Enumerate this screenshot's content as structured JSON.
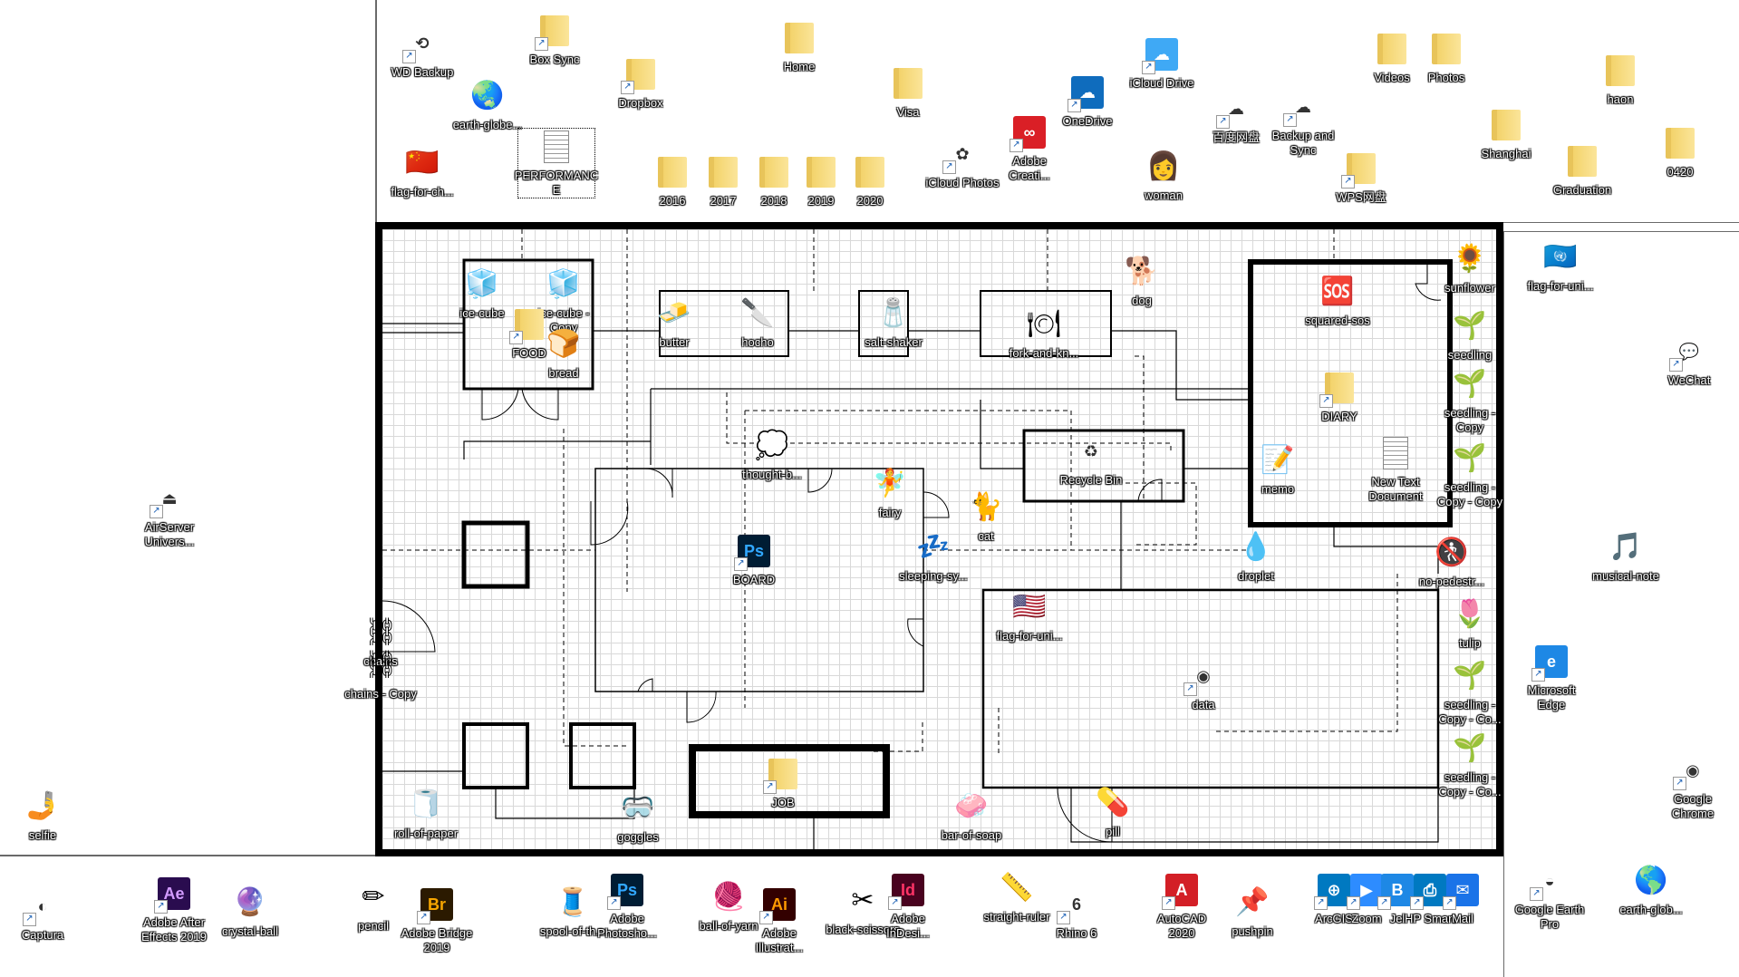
{
  "desktop": {
    "icons_left": [
      {
        "id": "airserver",
        "label": "AirServer Univers...",
        "glyph": "⏏",
        "kind": "app",
        "shortcut": true
      },
      {
        "id": "selfie",
        "label": "selfie",
        "glyph": "🤳",
        "kind": "emoji"
      }
    ],
    "icons_top": [
      {
        "id": "wd-backup",
        "label": "WD Backup",
        "glyph": "⟲",
        "kind": "app",
        "shortcut": true
      },
      {
        "id": "box-sync",
        "label": "Box Sync",
        "glyph": "box",
        "kind": "folder",
        "shortcut": true
      },
      {
        "id": "earth-globe-top",
        "label": "earth-globe...",
        "glyph": "🌏",
        "kind": "emoji"
      },
      {
        "id": "dropbox",
        "label": "Dropbox",
        "glyph": "❖",
        "kind": "folder",
        "shortcut": true
      },
      {
        "id": "home",
        "label": "Home",
        "kind": "folder"
      },
      {
        "id": "flag-china",
        "label": "flag-for-ch...",
        "glyph": "🇨🇳",
        "kind": "emoji"
      },
      {
        "id": "performance",
        "label": "PERFORMANCE",
        "kind": "doc",
        "selected": true
      },
      {
        "id": "y2016",
        "label": "2016",
        "kind": "folder"
      },
      {
        "id": "y2017",
        "label": "2017",
        "kind": "folder"
      },
      {
        "id": "y2018",
        "label": "2018",
        "kind": "folder"
      },
      {
        "id": "y2019",
        "label": "2019",
        "kind": "folder"
      },
      {
        "id": "y2020",
        "label": "2020",
        "kind": "folder"
      },
      {
        "id": "visa",
        "label": "Visa",
        "kind": "folder"
      },
      {
        "id": "icloud-photos",
        "label": "iCloud Photos",
        "glyph": "✿",
        "kind": "app",
        "shortcut": true
      },
      {
        "id": "adobe-cc",
        "label": "Adobe Creati...",
        "glyph": "∞",
        "kind": "app",
        "shortcut": true
      },
      {
        "id": "onedrive",
        "label": "OneDrive",
        "glyph": "☁",
        "kind": "app",
        "shortcut": true
      },
      {
        "id": "icloud-drive",
        "label": "iCloud Drive",
        "glyph": "☁",
        "kind": "app",
        "shortcut": true
      },
      {
        "id": "woman",
        "label": "woman",
        "glyph": "👩",
        "kind": "emoji"
      },
      {
        "id": "baidu",
        "label": "百度网盘",
        "glyph": "☁",
        "kind": "app",
        "shortcut": true
      },
      {
        "id": "backup-sync",
        "label": "Backup and Sync",
        "glyph": "☁",
        "kind": "app",
        "shortcut": true
      },
      {
        "id": "wps",
        "label": "WPS网盘",
        "glyph": "☁",
        "kind": "folder",
        "shortcut": true
      },
      {
        "id": "videos",
        "label": "Videos",
        "kind": "folder"
      },
      {
        "id": "photos",
        "label": "Photos",
        "kind": "folder"
      },
      {
        "id": "shanghai",
        "label": "Shanghai",
        "kind": "folder"
      },
      {
        "id": "haon",
        "label": "haon",
        "kind": "folder"
      },
      {
        "id": "graduation",
        "label": "Graduation",
        "kind": "folder"
      },
      {
        "id": "f0420",
        "label": "0420",
        "kind": "folder"
      }
    ],
    "icons_plan": [
      {
        "id": "ice-cube",
        "label": "ice-cube",
        "glyph": "🧊",
        "kind": "emoji"
      },
      {
        "id": "ice-cube-copy",
        "label": "ice-cube - Copy",
        "glyph": "🧊",
        "kind": "emoji"
      },
      {
        "id": "food",
        "label": "FOOD",
        "kind": "folder",
        "shortcut": true
      },
      {
        "id": "bread",
        "label": "bread",
        "glyph": "🍞",
        "kind": "emoji"
      },
      {
        "id": "butter",
        "label": "butter",
        "glyph": "🧈",
        "kind": "emoji"
      },
      {
        "id": "hocho",
        "label": "hocho",
        "glyph": "🔪",
        "kind": "emoji"
      },
      {
        "id": "salt-shaker",
        "label": "salt-shaker",
        "glyph": "🧂",
        "kind": "emoji"
      },
      {
        "id": "fork-knife",
        "label": "fork-and-kn...",
        "glyph": "🍽",
        "kind": "emoji"
      },
      {
        "id": "dog",
        "label": "dog",
        "glyph": "🐕",
        "kind": "emoji"
      },
      {
        "id": "squared-sos",
        "label": "squared-sos",
        "glyph": "🆘",
        "kind": "emoji"
      },
      {
        "id": "sunflower",
        "label": "sunflower",
        "glyph": "🌻",
        "kind": "emoji"
      },
      {
        "id": "seedling",
        "label": "seedling",
        "glyph": "🌱",
        "kind": "emoji"
      },
      {
        "id": "seedling-copy",
        "label": "seedling - Copy",
        "glyph": "🌱",
        "kind": "emoji"
      },
      {
        "id": "seedling-copy-copy",
        "label": "seedling - Copy - Copy",
        "glyph": "🌱",
        "kind": "emoji"
      },
      {
        "id": "diary",
        "label": "DIARY",
        "kind": "folder",
        "shortcut": true
      },
      {
        "id": "memo",
        "label": "memo",
        "glyph": "📝",
        "kind": "emoji"
      },
      {
        "id": "new-text-doc",
        "label": "New Text Document",
        "kind": "doc"
      },
      {
        "id": "thought-balloon",
        "label": "thought-b...",
        "glyph": "💭",
        "kind": "emoji"
      },
      {
        "id": "fairy",
        "label": "fairy",
        "glyph": "🧚",
        "kind": "emoji"
      },
      {
        "id": "recycle-bin",
        "label": "Recycle Bin",
        "glyph": "♻",
        "kind": "app"
      },
      {
        "id": "cat",
        "label": "cat",
        "glyph": "🐈",
        "kind": "emoji"
      },
      {
        "id": "board",
        "label": "BOARD",
        "glyph": "Ps",
        "kind": "app",
        "shortcut": true
      },
      {
        "id": "sleeping",
        "label": "sleeping-sy...",
        "glyph": "💤",
        "kind": "emoji"
      },
      {
        "id": "droplet",
        "label": "droplet",
        "glyph": "💧",
        "kind": "emoji"
      },
      {
        "id": "no-pedestrians",
        "label": "no-pedestr...",
        "glyph": "🚷",
        "kind": "emoji"
      },
      {
        "id": "tulip",
        "label": "tulip",
        "glyph": "🌷",
        "kind": "emoji"
      },
      {
        "id": "flag-us",
        "label": "flag-for-uni...",
        "glyph": "🇺🇸",
        "kind": "emoji"
      },
      {
        "id": "data",
        "label": "data",
        "glyph": "◉",
        "kind": "app",
        "shortcut": true
      },
      {
        "id": "seedling-copy-co-1",
        "label": "seedling - Copy - Co...",
        "glyph": "🌱",
        "kind": "emoji"
      },
      {
        "id": "seedling-copy-co-2",
        "label": "seedling - Copy - Co...",
        "glyph": "🌱",
        "kind": "emoji"
      },
      {
        "id": "chains",
        "label": "chains",
        "glyph": "⛓",
        "kind": "emoji"
      },
      {
        "id": "chains-copy",
        "label": "chains - Copy",
        "glyph": "⛓",
        "kind": "emoji"
      },
      {
        "id": "roll-of-paper",
        "label": "roll-of-paper",
        "glyph": "🧻",
        "kind": "emoji"
      },
      {
        "id": "goggles",
        "label": "goggles",
        "glyph": "🥽",
        "kind": "emoji"
      },
      {
        "id": "job",
        "label": "JOB",
        "kind": "folder",
        "shortcut": true
      },
      {
        "id": "bar-of-soap",
        "label": "bar-of-soap",
        "glyph": "🧼",
        "kind": "emoji"
      },
      {
        "id": "pill",
        "label": "pill",
        "glyph": "💊",
        "kind": "emoji"
      }
    ],
    "icons_right": [
      {
        "id": "flag-un",
        "label": "flag-for-uni...",
        "glyph": "🇺🇳",
        "kind": "emoji"
      },
      {
        "id": "wechat",
        "label": "WeChat",
        "glyph": "💬",
        "kind": "app",
        "shortcut": true
      },
      {
        "id": "musical-note",
        "label": "musical-note",
        "glyph": "🎵",
        "kind": "emoji"
      },
      {
        "id": "edge",
        "label": "Microsoft Edge",
        "glyph": "e",
        "kind": "app",
        "shortcut": true
      },
      {
        "id": "chrome",
        "label": "Google Chrome",
        "glyph": "◉",
        "kind": "app",
        "shortcut": true
      },
      {
        "id": "google-earth",
        "label": "Google Earth Pro",
        "glyph": "◒",
        "kind": "app",
        "shortcut": true
      },
      {
        "id": "earth-globe-bottom",
        "label": "earth-glob...",
        "glyph": "🌎",
        "kind": "emoji"
      }
    ],
    "icons_bottom": [
      {
        "id": "captura",
        "label": "Captura",
        "glyph": "◐",
        "kind": "app",
        "shortcut": true
      },
      {
        "id": "after-effects",
        "label": "Adobe After Effects 2019",
        "glyph": "Ae",
        "kind": "app",
        "shortcut": true
      },
      {
        "id": "crystal-ball",
        "label": "crystal-ball",
        "glyph": "🔮",
        "kind": "emoji"
      },
      {
        "id": "pencil",
        "label": "pencil",
        "glyph": "✏",
        "kind": "emoji"
      },
      {
        "id": "bridge",
        "label": "Adobe Bridge 2019",
        "glyph": "Br",
        "kind": "app",
        "shortcut": true
      },
      {
        "id": "spool",
        "label": "spool-of-th...",
        "glyph": "🧵",
        "kind": "emoji"
      },
      {
        "id": "photoshop",
        "label": "Adobe Photosho...",
        "glyph": "Ps",
        "kind": "app",
        "shortcut": true
      },
      {
        "id": "ball-of-yarn",
        "label": "ball-of-yarn",
        "glyph": "🧶",
        "kind": "emoji"
      },
      {
        "id": "illustrator",
        "label": "Adobe Illustrat...",
        "glyph": "Ai",
        "kind": "app",
        "shortcut": true
      },
      {
        "id": "black-scissors",
        "label": "black-scissors",
        "glyph": "✂",
        "kind": "emoji"
      },
      {
        "id": "indesign",
        "label": "Adobe InDesi...",
        "glyph": "Id",
        "kind": "app",
        "shortcut": true
      },
      {
        "id": "straight-ruler",
        "label": "straight-ruler",
        "glyph": "📏",
        "kind": "emoji"
      },
      {
        "id": "rhino",
        "label": "Rhino 6",
        "glyph": "6",
        "kind": "app",
        "shortcut": true
      },
      {
        "id": "autocad",
        "label": "AutoCAD 2020",
        "glyph": "A",
        "kind": "app",
        "shortcut": true
      },
      {
        "id": "pushpin",
        "label": "pushpin",
        "glyph": "📌",
        "kind": "emoji"
      },
      {
        "id": "arcgis",
        "label": "ArcGIS",
        "glyph": "⊕",
        "kind": "app",
        "shortcut": true
      },
      {
        "id": "zoom",
        "label": "Zoom",
        "glyph": "▶",
        "kind": "app",
        "shortcut": true
      },
      {
        "id": "jelly",
        "label": "Jel",
        "glyph": "B",
        "kind": "app",
        "shortcut": true
      },
      {
        "id": "hp-smart",
        "label": "HP Smart",
        "glyph": "⎙",
        "kind": "app",
        "shortcut": true
      },
      {
        "id": "mail",
        "label": "Mail",
        "glyph": "✉",
        "kind": "app",
        "shortcut": true
      }
    ]
  },
  "colors": {
    "ae": "#2a0c4f",
    "ae_fg": "#d39bff",
    "br": "#2b1a00",
    "br_fg": "#f7a600",
    "ps": "#001d34",
    "ps_fg": "#31a8ff",
    "ai": "#330000",
    "ai_fg": "#ff9a00",
    "id": "#49021f",
    "id_fg": "#ff3366",
    "autocad": "#d31f26",
    "cc": "#da1f26",
    "onedrive": "#0f6cbd",
    "icloud": "#3fa9f5",
    "edge": "#1e88e5",
    "zoom": "#2d8cff",
    "arcgis": "#0079c1",
    "mail": "#1a73e8"
  }
}
